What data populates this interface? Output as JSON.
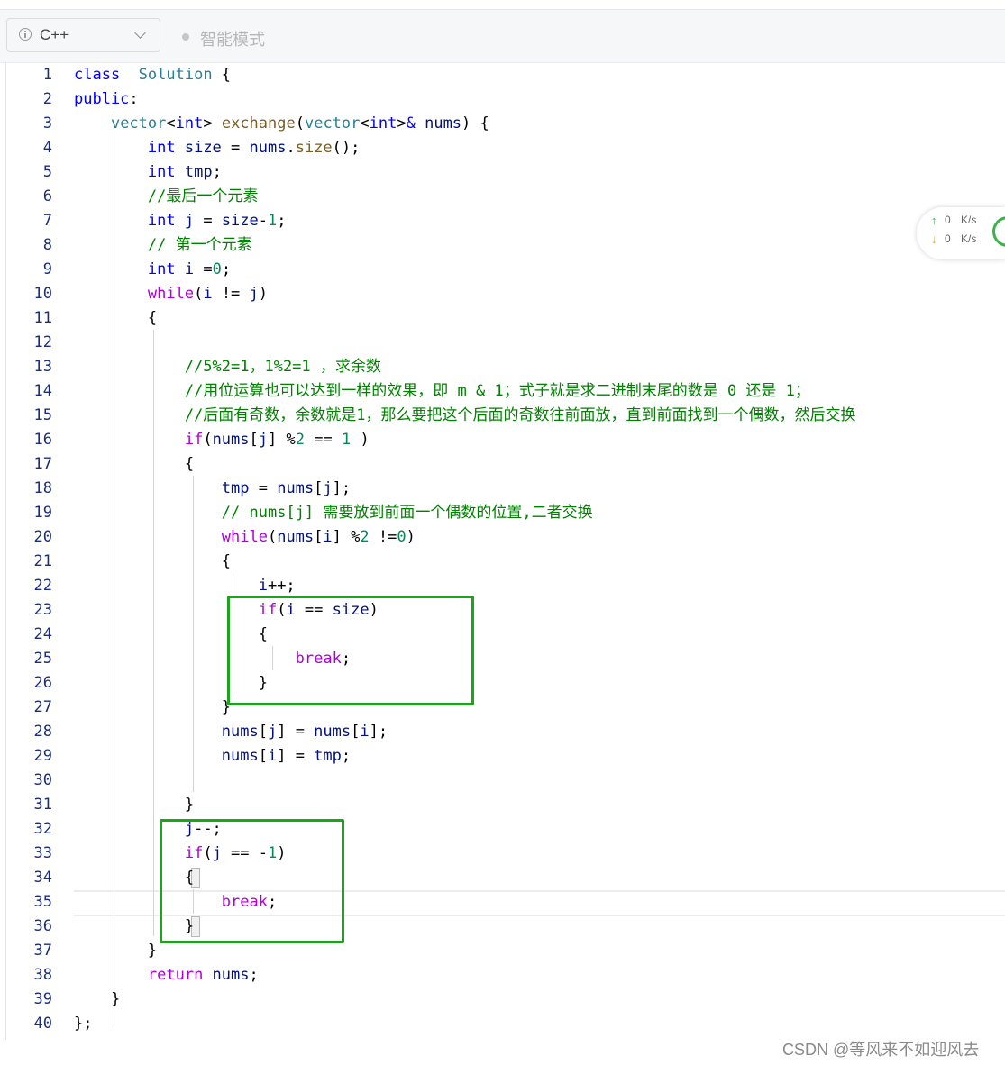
{
  "toolbar": {
    "language": "C++",
    "mode": "智能模式"
  },
  "editor": {
    "lines": [
      [
        [
          "kw",
          "class"
        ],
        [
          "",
          "  "
        ],
        [
          "type",
          "Solution"
        ],
        [
          "",
          " {"
        ]
      ],
      [
        [
          "kw",
          "public"
        ],
        [
          "",
          ":"
        ]
      ],
      [
        [
          "",
          "    "
        ],
        [
          "type",
          "vector"
        ],
        [
          "",
          "<"
        ],
        [
          "kw",
          "int"
        ],
        [
          "",
          "> "
        ],
        [
          "fn",
          "exchange"
        ],
        [
          "",
          "("
        ],
        [
          "type",
          "vector"
        ],
        [
          "",
          "<"
        ],
        [
          "kw",
          "int"
        ],
        [
          "",
          ">"
        ],
        [
          "kw",
          "&"
        ],
        [
          "var",
          " nums"
        ],
        [
          "",
          ") {"
        ]
      ],
      [
        [
          "",
          "        "
        ],
        [
          "kw",
          "int"
        ],
        [
          "var",
          " size"
        ],
        [
          "",
          " = "
        ],
        [
          "var",
          "nums"
        ],
        [
          "",
          "."
        ],
        [
          "fn",
          "size"
        ],
        [
          "",
          "();"
        ]
      ],
      [
        [
          "",
          "        "
        ],
        [
          "kw",
          "int"
        ],
        [
          "var",
          " tmp"
        ],
        [
          "",
          ";"
        ]
      ],
      [
        [
          "",
          "        "
        ],
        [
          "cmt",
          "//最后一个元素"
        ]
      ],
      [
        [
          "",
          "        "
        ],
        [
          "kw",
          "int"
        ],
        [
          "var",
          " j"
        ],
        [
          "",
          " = "
        ],
        [
          "var",
          "size"
        ],
        [
          "",
          "-"
        ],
        [
          "num",
          "1"
        ],
        [
          "",
          ";"
        ]
      ],
      [
        [
          "",
          "        "
        ],
        [
          "cmt",
          "// 第一个元素"
        ]
      ],
      [
        [
          "",
          "        "
        ],
        [
          "kw",
          "int"
        ],
        [
          "var",
          " i"
        ],
        [
          "",
          " ="
        ],
        [
          "num",
          "0"
        ],
        [
          "",
          ";"
        ]
      ],
      [
        [
          "",
          "        "
        ],
        [
          "ctl",
          "while"
        ],
        [
          "",
          "("
        ],
        [
          "var",
          "i"
        ],
        [
          "",
          " != "
        ],
        [
          "var",
          "j"
        ],
        [
          "",
          ")"
        ]
      ],
      [
        [
          "",
          "        {"
        ]
      ],
      [
        [
          "",
          ""
        ]
      ],
      [
        [
          "",
          "            "
        ],
        [
          "cmt",
          "//5%2=1，1%2=1 ，求余数"
        ]
      ],
      [
        [
          "",
          "            "
        ],
        [
          "cmt",
          "//用位运算也可以达到一样的效果，即 m & 1；式子就是求二进制末尾的数是 0 还是 1；"
        ]
      ],
      [
        [
          "",
          "            "
        ],
        [
          "cmt",
          "//后面有奇数，余数就是1，那么要把这个后面的奇数往前面放，直到前面找到一个偶数，然后交换"
        ]
      ],
      [
        [
          "",
          "            "
        ],
        [
          "ctl",
          "if"
        ],
        [
          "",
          "("
        ],
        [
          "var",
          "nums"
        ],
        [
          "",
          "["
        ],
        [
          "var",
          "j"
        ],
        [
          "",
          "] "
        ],
        [
          "",
          "%"
        ],
        [
          "num",
          "2"
        ],
        [
          "",
          " == "
        ],
        [
          "num",
          "1"
        ],
        [
          "",
          " )"
        ]
      ],
      [
        [
          "",
          "            {"
        ]
      ],
      [
        [
          "",
          "                "
        ],
        [
          "var",
          "tmp"
        ],
        [
          "",
          " = "
        ],
        [
          "var",
          "nums"
        ],
        [
          "",
          "["
        ],
        [
          "var",
          "j"
        ],
        [
          "",
          "];"
        ]
      ],
      [
        [
          "",
          "                "
        ],
        [
          "cmt",
          "// nums[j] 需要放到前面一个偶数的位置,二者交换"
        ]
      ],
      [
        [
          "",
          "                "
        ],
        [
          "ctl",
          "while"
        ],
        [
          "",
          "("
        ],
        [
          "var",
          "nums"
        ],
        [
          "",
          "["
        ],
        [
          "var",
          "i"
        ],
        [
          "",
          "] "
        ],
        [
          "",
          "%"
        ],
        [
          "num",
          "2"
        ],
        [
          "",
          " !="
        ],
        [
          "num",
          "0"
        ],
        [
          "",
          ")"
        ]
      ],
      [
        [
          "",
          "                {"
        ]
      ],
      [
        [
          "",
          "                    "
        ],
        [
          "var",
          "i"
        ],
        [
          "",
          "++;"
        ]
      ],
      [
        [
          "",
          "                    "
        ],
        [
          "ctl",
          "if"
        ],
        [
          "",
          "("
        ],
        [
          "var",
          "i"
        ],
        [
          "",
          " == "
        ],
        [
          "var",
          "size"
        ],
        [
          "",
          ")"
        ]
      ],
      [
        [
          "",
          "                    {"
        ]
      ],
      [
        [
          "",
          "                        "
        ],
        [
          "ctl",
          "break"
        ],
        [
          "",
          ";"
        ]
      ],
      [
        [
          "",
          "                    }"
        ]
      ],
      [
        [
          "",
          "                }"
        ]
      ],
      [
        [
          "",
          "                "
        ],
        [
          "var",
          "nums"
        ],
        [
          "",
          "["
        ],
        [
          "var",
          "j"
        ],
        [
          "",
          "] = "
        ],
        [
          "var",
          "nums"
        ],
        [
          "",
          "["
        ],
        [
          "var",
          "i"
        ],
        [
          "",
          "];"
        ]
      ],
      [
        [
          "",
          "                "
        ],
        [
          "var",
          "nums"
        ],
        [
          "",
          "["
        ],
        [
          "var",
          "i"
        ],
        [
          "",
          "] = "
        ],
        [
          "var",
          "tmp"
        ],
        [
          "",
          ";"
        ]
      ],
      [
        [
          "",
          ""
        ]
      ],
      [
        [
          "",
          "            }"
        ]
      ],
      [
        [
          "",
          "            "
        ],
        [
          "var",
          "j"
        ],
        [
          "",
          "--;"
        ]
      ],
      [
        [
          "",
          "            "
        ],
        [
          "ctl",
          "if"
        ],
        [
          "",
          "("
        ],
        [
          "var",
          "j"
        ],
        [
          "",
          " == "
        ],
        [
          "",
          "-"
        ],
        [
          "num",
          "1"
        ],
        [
          "",
          ")"
        ]
      ],
      [
        [
          "",
          "            {"
        ]
      ],
      [
        [
          "",
          "                "
        ],
        [
          "ctl",
          "break"
        ],
        [
          "",
          ";"
        ]
      ],
      [
        [
          "",
          "            }"
        ]
      ],
      [
        [
          "",
          "        }"
        ]
      ],
      [
        [
          "",
          "        "
        ],
        [
          "ctl",
          "return"
        ],
        [
          "var",
          " nums"
        ],
        [
          "",
          ";"
        ]
      ],
      [
        [
          "",
          "    }"
        ]
      ],
      [
        [
          "",
          "};"
        ]
      ]
    ]
  },
  "network": {
    "upload_value": "0",
    "upload_unit": "K/s",
    "download_value": "0",
    "download_unit": "K/s"
  },
  "watermark": "CSDN @等风来不如迎风去",
  "colors": {
    "keyword": "#0000ff",
    "control": "#af00db",
    "type": "#267f99",
    "function": "#795e26",
    "variable": "#001080",
    "number": "#098658",
    "comment": "#008000",
    "highlight_box": "#1aa51a"
  }
}
